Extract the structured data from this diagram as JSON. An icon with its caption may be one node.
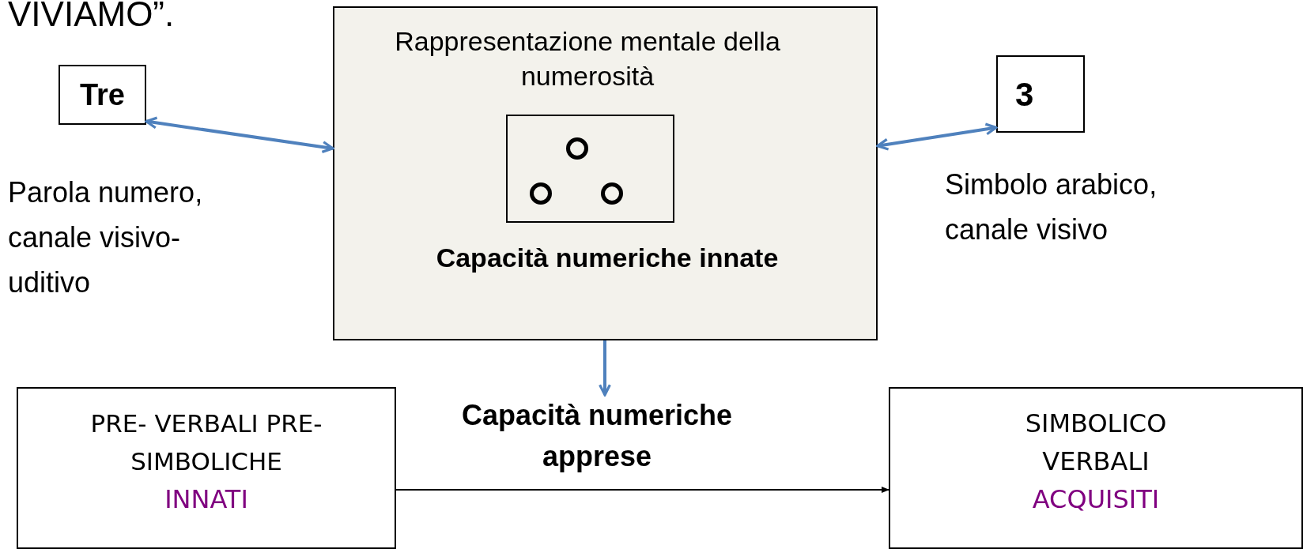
{
  "diagram": {
    "nodes": [
      {
        "text": [
          "Tre"
        ],
        "beside": [
          "Parola numero, canale visivo-uditivo"
        ]
      },
      {
        "text": [
          "Rappresentazione mentale della numerosità",
          "Capacità numeriche innate"
        ]
      },
      {
        "text": [],
        "shape": "box",
        "in": 1
      },
      {
        "text": [],
        "shape": "circle",
        "in": 2
      },
      {
        "text": [],
        "shape": "circle",
        "in": 2
      },
      {
        "text": [],
        "shape": "circle",
        "in": 2
      },
      {
        "text": [
          "3"
        ],
        "beside": [
          "Simbolo arabico, canale visivo"
        ]
      },
      {
        "text": [
          "Capacità numeriche apprese"
        ]
      },
      {
        "text": [
          "PRE- VERBALI PRE-SIMBOLICHE",
          "INNATI"
        ]
      },
      {
        "text": [
          "SIMBOLICO VERBALI",
          "ACQUISITI"
        ]
      }
    ],
    "edges": [
      {
        "from": 0,
        "to": 1,
        "arrow": "both"
      },
      {
        "from": 1,
        "to": 6,
        "arrow": "both"
      },
      {
        "from": 1,
        "to": 7,
        "arrow": "to"
      },
      {
        "from": 8,
        "to": 9,
        "arrow": "to",
        "color": "#000000"
      }
    ],
    "labels": [
      "VIVIAMO”."
    ]
  }
}
